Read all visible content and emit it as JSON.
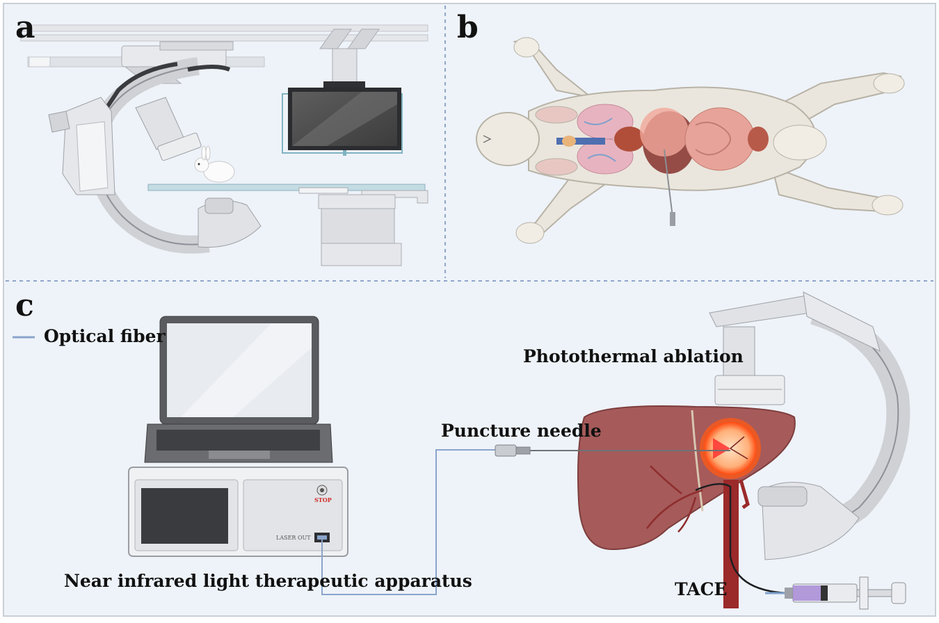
{
  "panels": {
    "a": {
      "letter": "a"
    },
    "b": {
      "letter": "b"
    },
    "c": {
      "letter": "c",
      "legend_optical_fiber": "Optical fiber",
      "label_photothermal_ablation": "Photothermal ablation",
      "label_puncture_needle": "Puncture needle",
      "label_near_infrared_apparatus": "Near infrared light therapeutic apparatus",
      "label_tace": "TACE",
      "device_stop_text": "STOP",
      "device_laser_out_text": "LASER OUT"
    }
  },
  "colors": {
    "panel_background": "#eef3f9",
    "divider": "#8fa6c8",
    "optical_fiber": "#8aa4cc",
    "liver": "#a65a5a",
    "tumor_glow": "#ff6a1a",
    "artery": "#9b2a2a",
    "syringe_fluid": "#a78bd6"
  }
}
